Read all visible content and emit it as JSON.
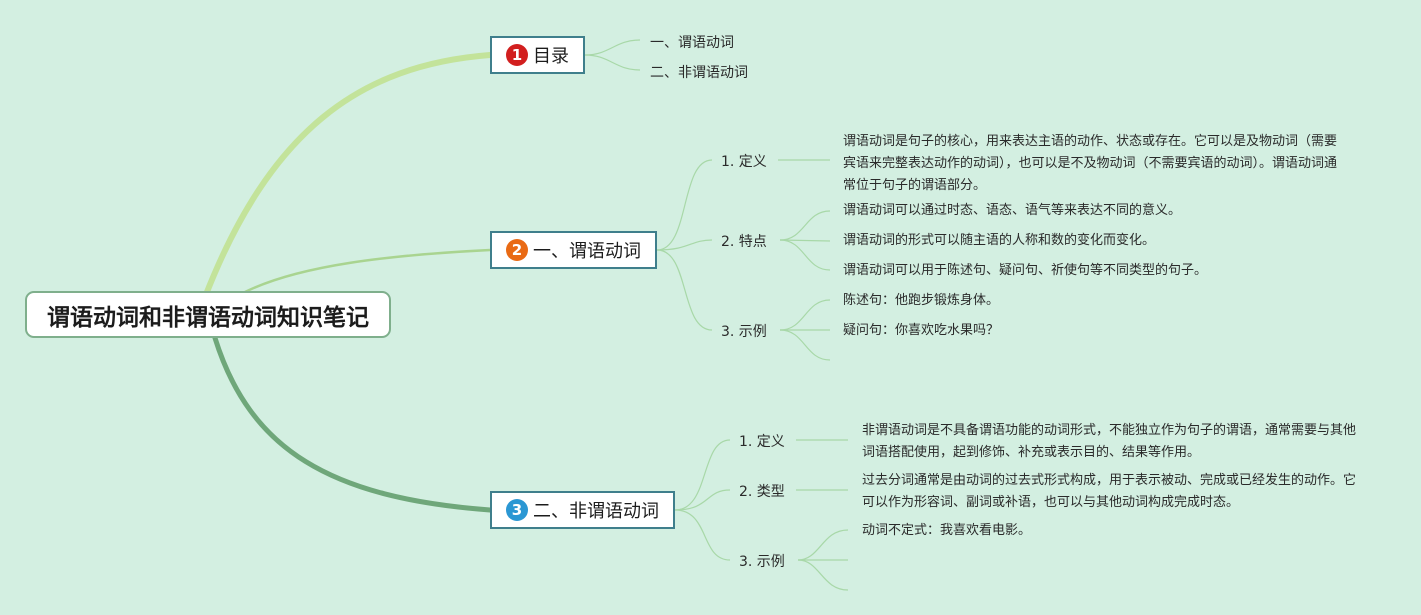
{
  "root": {
    "title": "谓语动词和非谓语动词知识笔记"
  },
  "colors": {
    "background": "#d3efe1",
    "badge1": "#d21f1f",
    "badge2": "#e96a14",
    "badge3": "#2b97d3",
    "branch_border": "#3f7f8c"
  },
  "branches": [
    {
      "badge": "1",
      "label": "目录",
      "items": [
        "一、谓语动词",
        "二、非谓语动词"
      ]
    },
    {
      "badge": "2",
      "label": "一、谓语动词",
      "subs": [
        {
          "label": "1. 定义",
          "leaves": [
            "谓语动词是句子的核心，用来表达主语的动作、状态或存在。它可以是及物动词（需要宾语来完整表达动作的动词），也可以是不及物动词（不需要宾语的动词）。谓语动词通常位于句子的谓语部分。"
          ]
        },
        {
          "label": "2. 特点",
          "leaves": [
            "谓语动词可以通过时态、语态、语气等来表达不同的意义。",
            "谓语动词的形式可以随主语的人称和数的变化而变化。",
            "谓语动词可以用于陈述句、疑问句、祈使句等不同类型的句子。"
          ]
        },
        {
          "label": "3. 示例",
          "leaves": [
            "陈述句：他跑步锻炼身体。",
            "疑问句：你喜欢吃水果吗？"
          ]
        }
      ]
    },
    {
      "badge": "3",
      "label": "二、非谓语动词",
      "subs": [
        {
          "label": "1. 定义",
          "leaves": [
            "非谓语动词是不具备谓语功能的动词形式，不能独立作为句子的谓语，通常需要与其他词语搭配使用，起到修饰、补充或表示目的、结果等作用。"
          ]
        },
        {
          "label": "2. 类型",
          "leaves": [
            "过去分词通常是由动词的过去式形式构成，用于表示被动、完成或已经发生的动作。它可以作为形容词、副词或补语，也可以与其他动词构成完成时态。"
          ]
        },
        {
          "label": "3. 示例",
          "leaves": [
            "动词不定式：我喜欢看电影。"
          ]
        }
      ]
    }
  ]
}
